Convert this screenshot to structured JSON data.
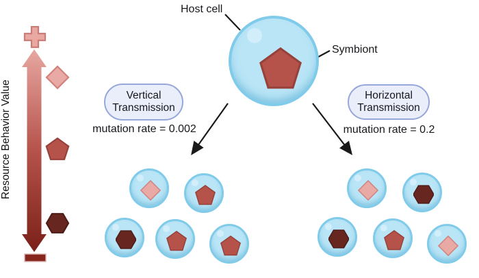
{
  "figure": {
    "axis": {
      "label": "Resource Behavior Value",
      "plus_symbol": "+",
      "minus_symbol": "−",
      "scale_shapes": [
        "diamond-light",
        "pentagon-medium",
        "hexagon-dark"
      ]
    },
    "host_cell_label": "Host cell",
    "symbiont_label": "Symbiont",
    "host_symbiont_shape": "pentagon-medium",
    "vertical": {
      "title_line1": "Vertical",
      "title_line2": "Transmission",
      "mutation_rate": "mutation rate = 0.002"
    },
    "horizontal": {
      "title_line1": "Horizontal",
      "title_line2": "Transmission",
      "mutation_rate": "mutation rate = 0.2"
    },
    "clusters": {
      "vertical_offspring": [
        "diamond-light",
        "pentagon-medium",
        "hexagon-dark",
        "pentagon-medium",
        "pentagon-medium"
      ],
      "horizontal_offspring": [
        "diamond-light",
        "hexagon-dark",
        "hexagon-dark",
        "pentagon-medium",
        "diamond-light"
      ]
    },
    "colors": {
      "cell_fill": "#b9e5f6",
      "cell_border": "#7fcbe9",
      "symbiont_light_fill": "#e9a9a4",
      "symbiont_light_stroke": "#d2807b",
      "symbiont_medium_fill": "#b5534b",
      "symbiont_medium_stroke": "#96413a",
      "symbiont_dark_fill": "#67261f",
      "symbiont_dark_stroke": "#4e1c17",
      "pill_fill": "#eaeefb",
      "pill_border": "#96a8d9",
      "axis_gradient_top": "#e7a7a1",
      "axis_gradient_bottom": "#7a2018",
      "line_color": "#1a1a1a"
    }
  }
}
